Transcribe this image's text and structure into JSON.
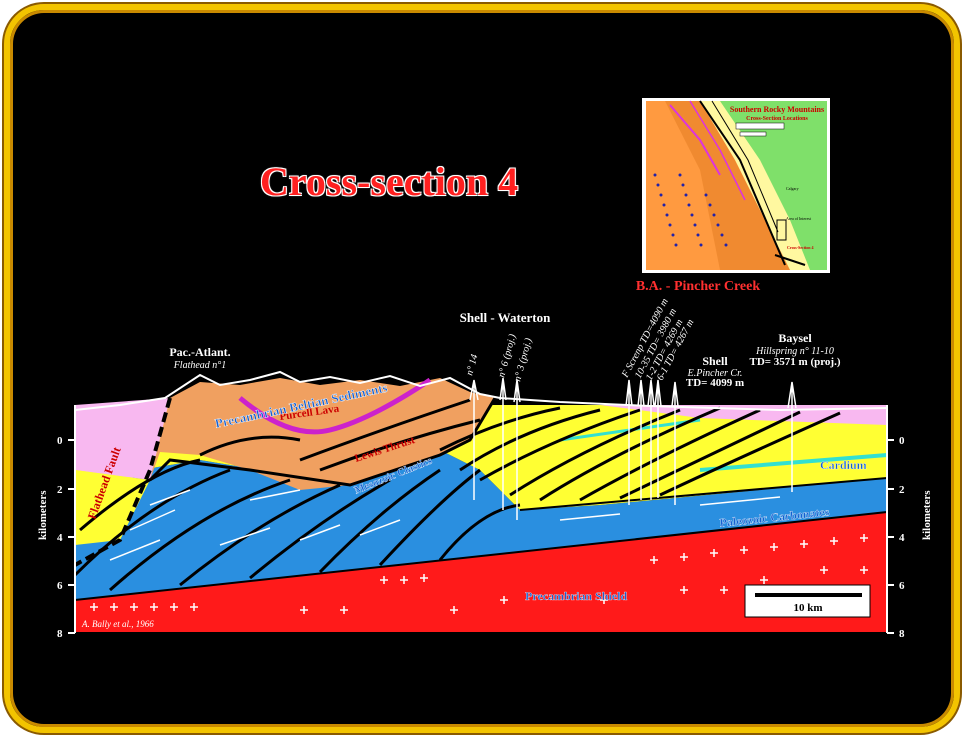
{
  "title": "Cross-section 4",
  "inset": {
    "caption": "B.A. - Pincher Creek",
    "map_title_1": "Southern Rocky Mountains",
    "map_title_2": "Cross-Section Locations",
    "label_calgary": "Calgary",
    "label_area": "Area of Interest",
    "label_xs": "Cross-Section 4"
  },
  "wells": {
    "shell_waterton": "Shell - Waterton",
    "n14": "n° 14",
    "n6": "n° 6 (proj.)",
    "n3": "n° 3 (proj.)",
    "pac_atlant": "Pac.-Atlant.",
    "flathead": "Flathead n°1",
    "f_screnp": "F Screnp TD=4090 m",
    "w1035": "10-35 TD= 3980 m",
    "w12": "1-2 TD= 4269 m",
    "w61": "6-1 TD= 4267 m",
    "shell": "Shell",
    "e_pincher": "E.Pincher Cr.",
    "shell_td": "TD= 4099 m",
    "baysel": "Baysel",
    "hillspring": "Hillspring n° 11-10",
    "baysel_td": "TD= 3571 m (proj.)"
  },
  "units": {
    "purcell_lava": "Purcell Lava",
    "precambrian_beltian": "Precambrian Beltian Sediments",
    "lewis_thrust": "Lewis Thrust",
    "mesozoic_clastics": "Mesozoic Clastics",
    "flathead_fault": "Flathead Fault",
    "cardium": "Cardium",
    "paleozoic_carbonates": "Paleozoic Carbonates",
    "precambrian_shield": "Precambrian Shield"
  },
  "axis": {
    "label": "kilometers",
    "ticks": [
      "0",
      "2",
      "4",
      "6",
      "8"
    ]
  },
  "scale_bar": "10 km",
  "credit": "A. Bally et al., 1966",
  "colors": {
    "frame": "#f3c400",
    "title": "#ff2020",
    "lava": "#cc22cc",
    "beltian": "#f0a060",
    "mesozoic": "#ffff33",
    "paleozoic": "#2a8fe0",
    "shield": "#ff1a1a",
    "cardium": "#33e0d0"
  }
}
